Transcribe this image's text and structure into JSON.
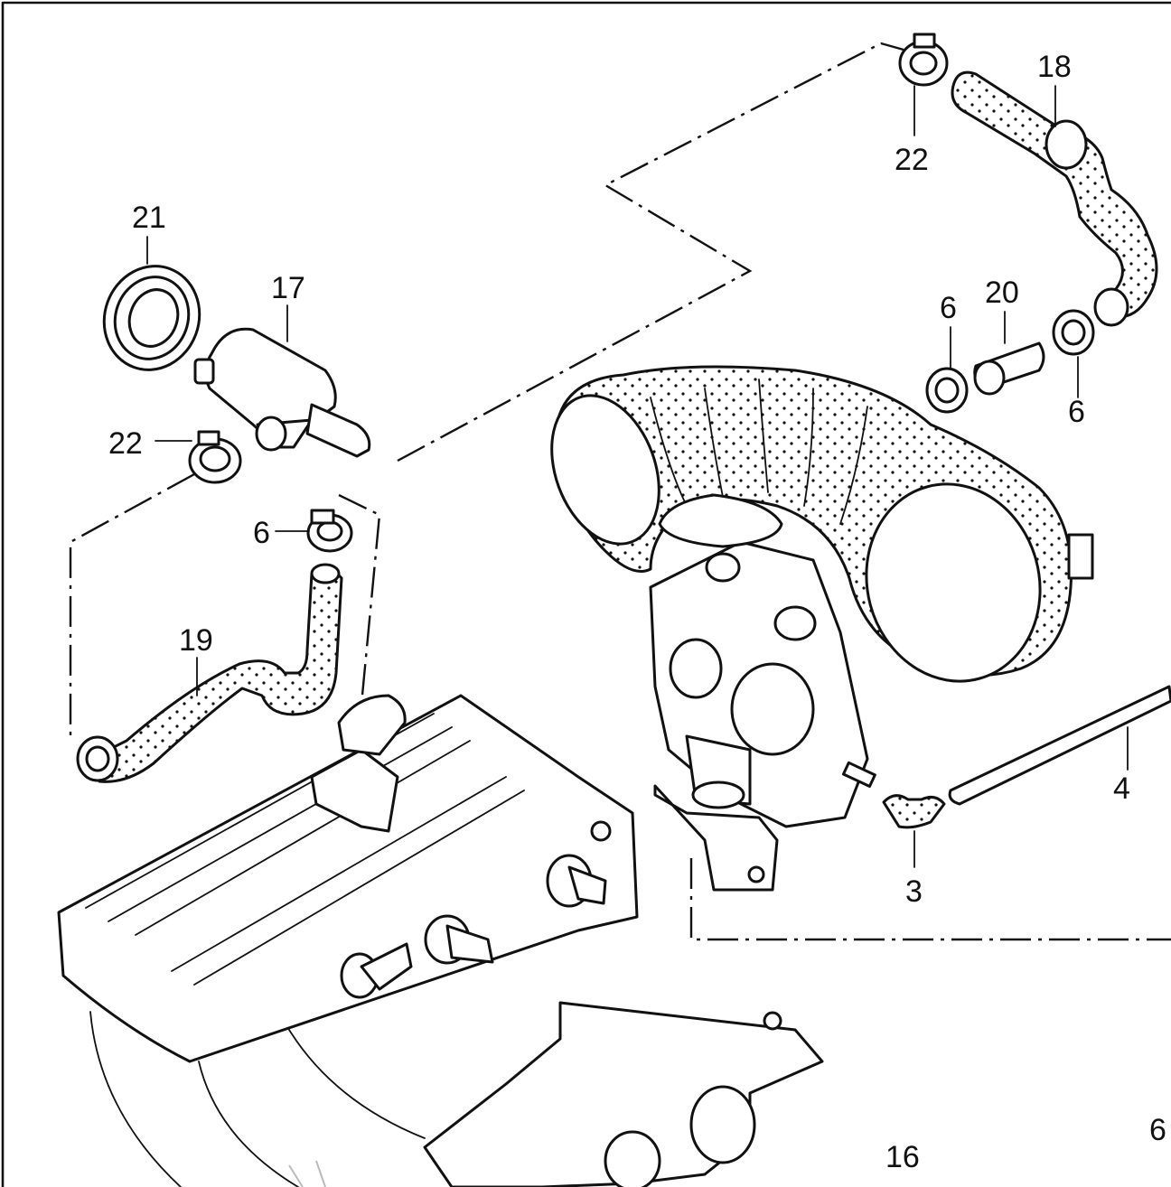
{
  "diagram": {
    "labels": {
      "l18": "18",
      "l22a": "22",
      "l21": "21",
      "l17": "17",
      "l20": "20",
      "l6a": "6",
      "l6b": "6",
      "l22b": "22",
      "l6c": "6",
      "l19": "19",
      "l4": "4",
      "l3": "3",
      "l16": "16",
      "l6d": "6"
    }
  }
}
